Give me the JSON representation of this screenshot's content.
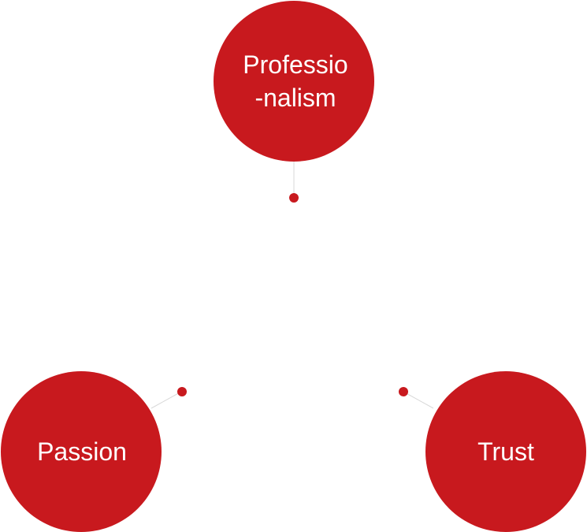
{
  "colors": {
    "accent": "#c8191e",
    "connector": "#d9d9d9",
    "text": "#ffffff",
    "background": "#ffffff"
  },
  "diagram": {
    "nodes": [
      {
        "id": "professionalism",
        "line1": "Professio",
        "line2": "-nalism"
      },
      {
        "id": "passion",
        "line1": "Passion"
      },
      {
        "id": "trust",
        "line1": "Trust"
      }
    ]
  }
}
